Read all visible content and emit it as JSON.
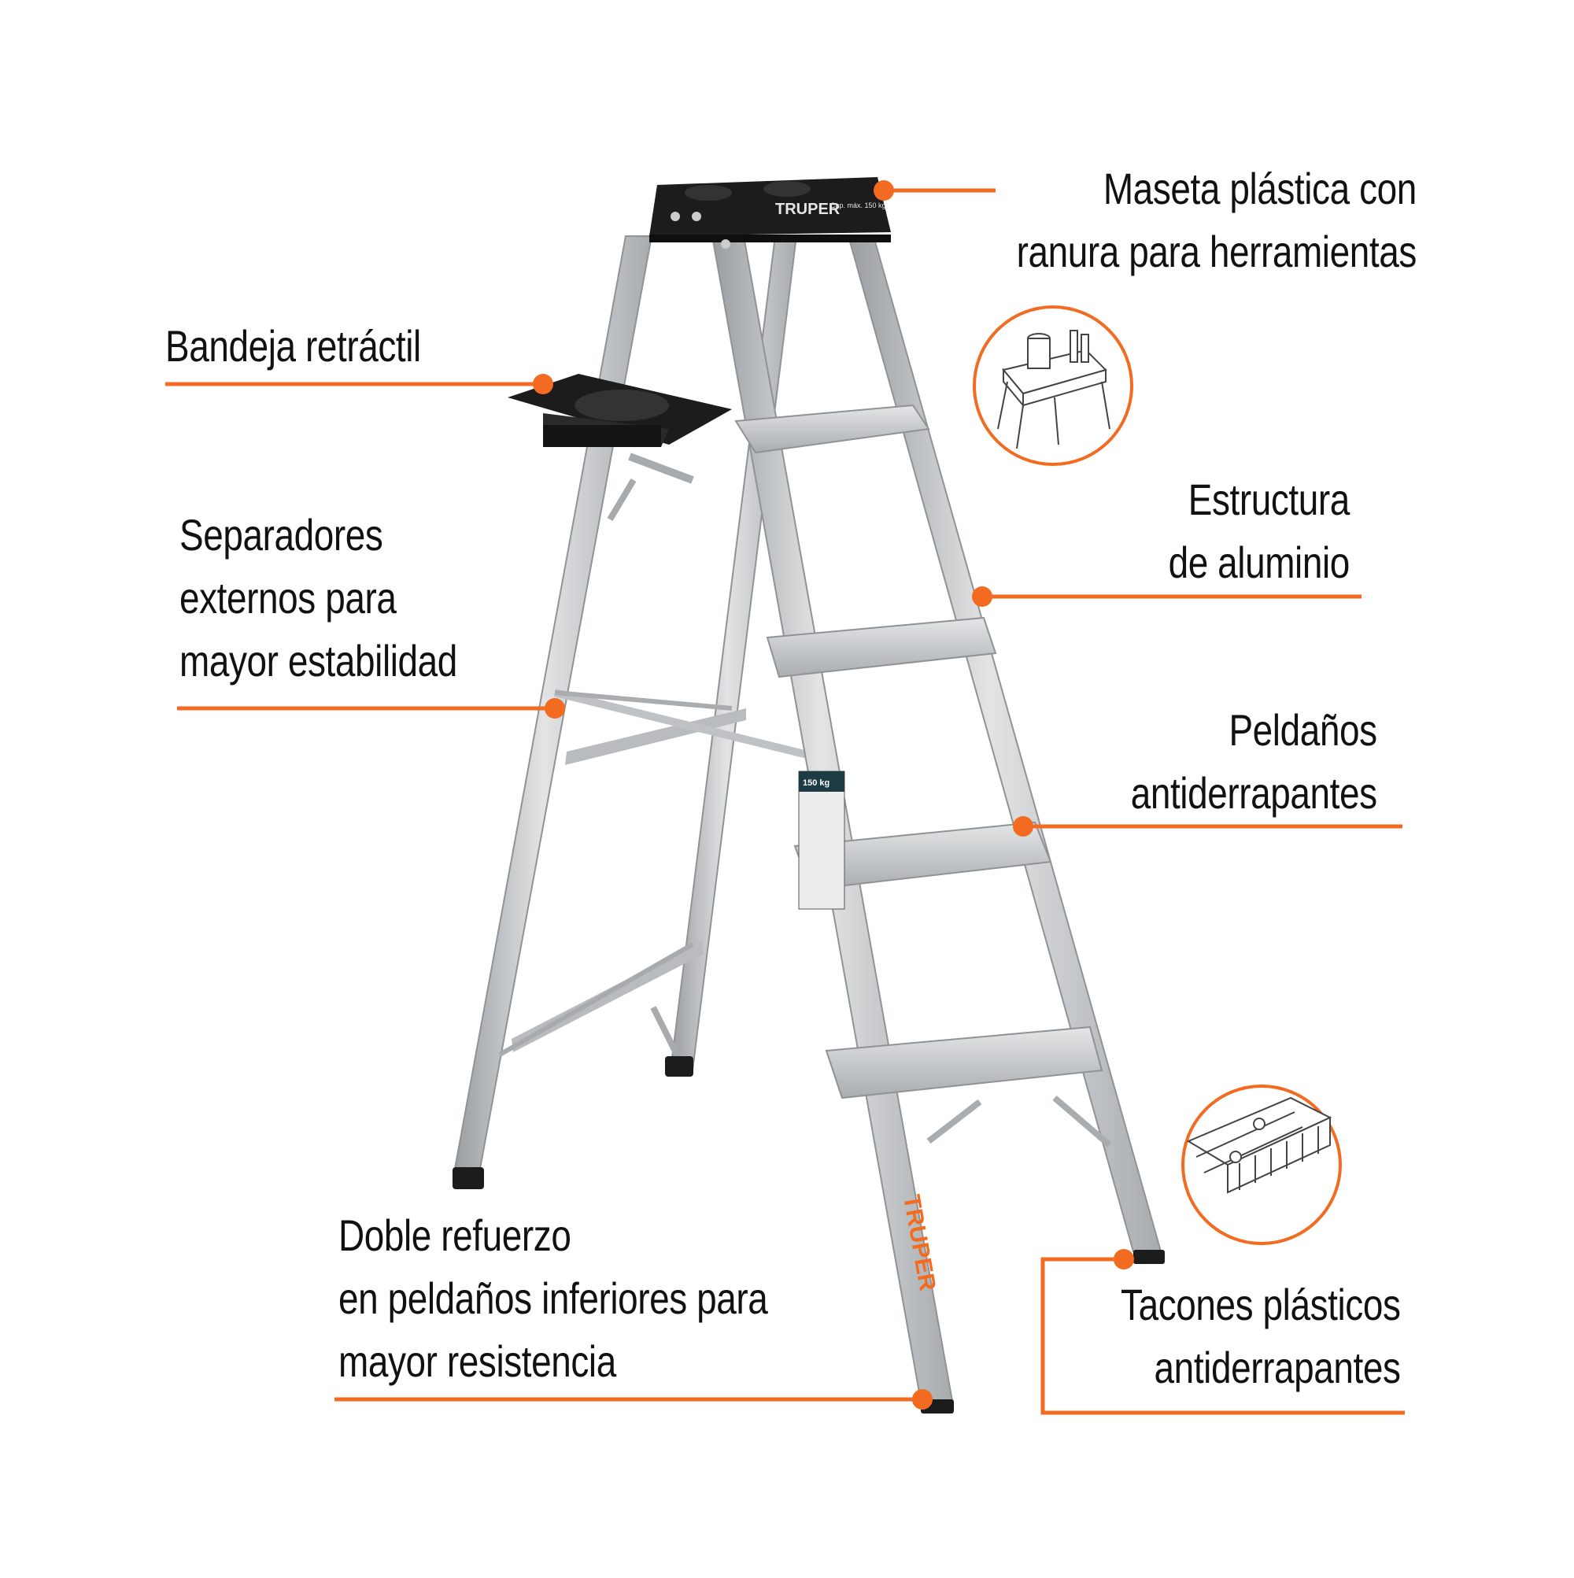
{
  "brand": {
    "wordmark": "TRUPER",
    "capacity_label": "Cap. máx. 150 kg",
    "sticker_capacity": "150 kg"
  },
  "colors": {
    "accent": "#f26b21",
    "ladder_top": "#1c1c1c",
    "aluminum": "#c9ccce",
    "aluminum_dark": "#8f9396",
    "text": "#111111"
  },
  "callouts": {
    "maseta": {
      "line1": "Maseta plástica con",
      "line2": "ranura para herramientas"
    },
    "bandeja": {
      "line1": "Bandeja retráctil"
    },
    "estructura": {
      "line1": "Estructura",
      "line2": "de aluminio"
    },
    "separadores": {
      "line1": "Separadores",
      "line2": "externos para",
      "line3": "mayor estabilidad"
    },
    "peldanos": {
      "line1": "Peldaños",
      "line2": "antiderrapantes"
    },
    "refuerzo": {
      "line1": "Doble refuerzo",
      "line2": "en peldaños inferiores para",
      "line3": "mayor resistencia"
    },
    "tacones": {
      "line1": "Tacones plásticos",
      "line2": "antiderrapantes"
    }
  },
  "detail_icons": {
    "top": "tool-tray-detail-icon",
    "bottom": "anti-slip-foot-detail-icon"
  }
}
